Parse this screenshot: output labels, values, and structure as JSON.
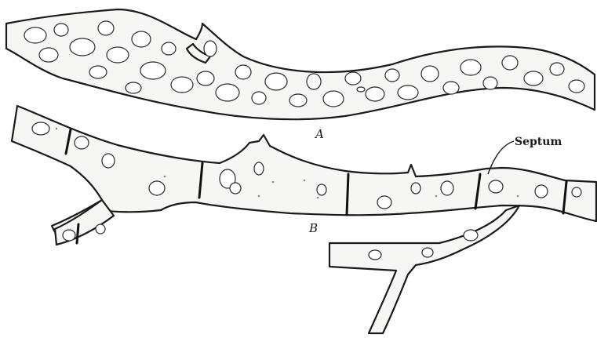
{
  "labels": {
    "hypha_a": "A",
    "hypha_b": "B",
    "septum": "Septum"
  }
}
